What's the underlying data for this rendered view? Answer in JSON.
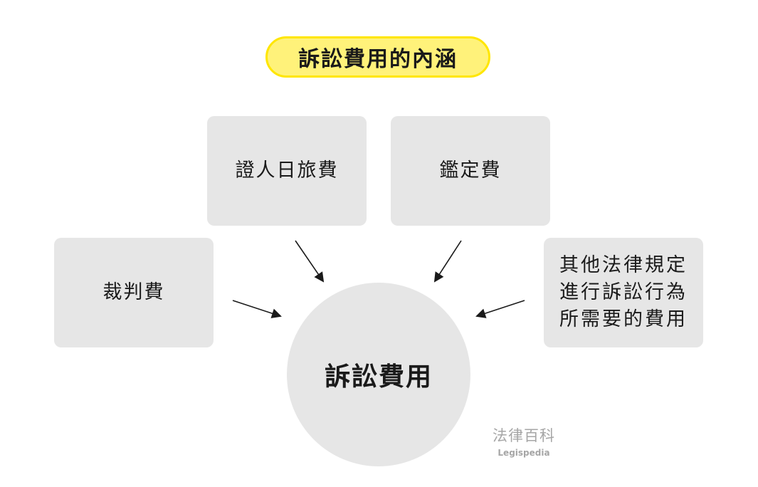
{
  "title": "訴訟費用的內涵",
  "center": {
    "label": "訴訟費用"
  },
  "sources": {
    "witness": "證人日旅費",
    "appraisal": "鑑定費",
    "judgment": "裁判費",
    "other": "其他法律規定進行訴訟行為所需要的費用"
  },
  "watermark": {
    "name": "法律百科",
    "subtitle": "Legispedia"
  },
  "colors": {
    "title_fill": "#fff27a",
    "title_border": "#ffe600",
    "box_fill": "#e6e6e6",
    "arrow": "#1a1a1a",
    "watermark": "#a6a6a6"
  }
}
